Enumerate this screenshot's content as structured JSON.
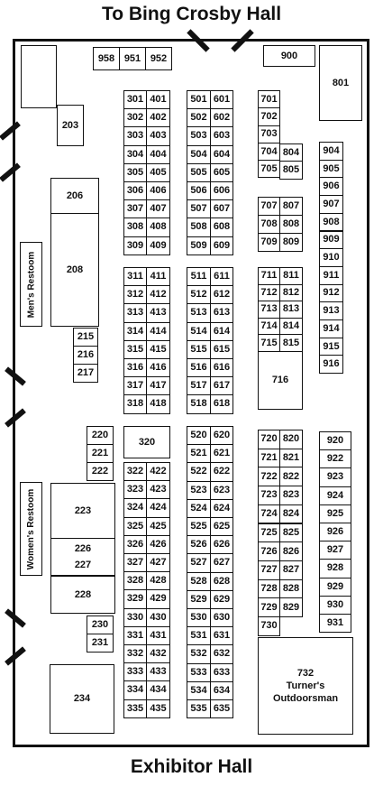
{
  "labels": {
    "top": "To Bing Crosby  Hall",
    "bottom": "Exhibitor Hall",
    "mens": "Men's Restoom",
    "womens": "Women's Restoom"
  },
  "booths": {
    "b958": "958",
    "b951": "951",
    "b952": "952",
    "b900": "900",
    "b801": "801",
    "b203": "203",
    "b206": "206",
    "b208": "208",
    "b215": "215",
    "b216": "216",
    "b217": "217",
    "b220": "220",
    "b221": "221",
    "b222": "222",
    "b223": "223",
    "b226": "226",
    "b227": "227",
    "b228": "228",
    "b230": "230",
    "b231": "231",
    "b234": "234",
    "b320": "320",
    "b716": "716",
    "b732_num": "732",
    "b732_name1": "Turner's",
    "b732_name2": "Outdoorsman"
  },
  "columns": {
    "c300a": [
      "301",
      "302",
      "303",
      "304",
      "305",
      "306",
      "307",
      "308",
      "309"
    ],
    "c400a": [
      "401",
      "402",
      "403",
      "404",
      "405",
      "406",
      "407",
      "408",
      "409"
    ],
    "c500a": [
      "501",
      "502",
      "503",
      "504",
      "505",
      "506",
      "507",
      "508",
      "509"
    ],
    "c600a": [
      "601",
      "602",
      "603",
      "604",
      "605",
      "606",
      "607",
      "608",
      "609"
    ],
    "c300b": [
      "311",
      "312",
      "313",
      "314",
      "315",
      "316",
      "317",
      "318"
    ],
    "c400b": [
      "411",
      "412",
      "413",
      "414",
      "415",
      "416",
      "417",
      "418"
    ],
    "c500b": [
      "511",
      "512",
      "513",
      "514",
      "515",
      "516",
      "517",
      "518"
    ],
    "c600b": [
      "611",
      "612",
      "613",
      "614",
      "615",
      "616",
      "617",
      "618"
    ],
    "c300c": [
      "322",
      "323",
      "324",
      "325",
      "326",
      "327",
      "328",
      "329",
      "330",
      "331",
      "332",
      "333",
      "334",
      "335"
    ],
    "c400c": [
      "422",
      "423",
      "424",
      "425",
      "426",
      "427",
      "428",
      "429",
      "430",
      "431",
      "432",
      "433",
      "434",
      "435"
    ],
    "c500c": [
      "520",
      "521",
      "522",
      "523",
      "524",
      "525",
      "526",
      "527",
      "528",
      "529",
      "530",
      "531",
      "532",
      "533",
      "534",
      "535"
    ],
    "c600c": [
      "620",
      "621",
      "622",
      "623",
      "624",
      "625",
      "626",
      "627",
      "628",
      "629",
      "630",
      "631",
      "632",
      "633",
      "634",
      "635"
    ],
    "c700a": [
      "701",
      "702",
      "703",
      "704",
      "705"
    ],
    "c800a": [
      "804",
      "805"
    ],
    "c700b": [
      "707",
      "708",
      "709"
    ],
    "c800b": [
      "807",
      "808",
      "809"
    ],
    "c700c": [
      "711",
      "712",
      "713",
      "714",
      "715"
    ],
    "c800c": [
      "811",
      "812",
      "813",
      "814",
      "815"
    ],
    "c700d": [
      "720",
      "721",
      "722",
      "723",
      "724",
      "725",
      "726",
      "727",
      "728",
      "729",
      "730"
    ],
    "c800d": [
      "820",
      "821",
      "822",
      "823",
      "824",
      "825",
      "826",
      "827",
      "828",
      "829"
    ],
    "c900a": [
      "904",
      "905",
      "906",
      "907",
      "908",
      "909",
      "910",
      "911",
      "912",
      "913",
      "914",
      "915",
      "916"
    ],
    "c900b": [
      "920",
      "922",
      "923",
      "924",
      "925",
      "926",
      "927",
      "928",
      "929",
      "930",
      "931"
    ]
  }
}
